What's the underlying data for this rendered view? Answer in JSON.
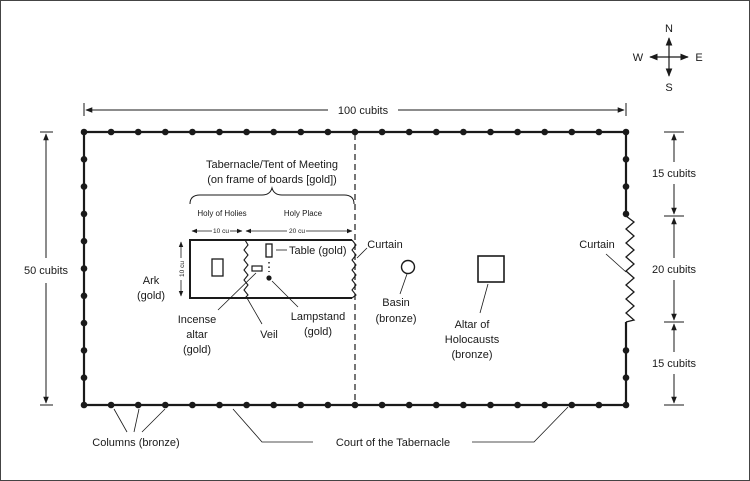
{
  "compass": {
    "n": "N",
    "s": "S",
    "e": "E",
    "w": "W"
  },
  "dimensions": {
    "length": "100 cubits",
    "width": "50 cubits",
    "side_top": "15 cubits",
    "side_mid": "20 cubits",
    "side_bottom": "15 cubits",
    "inner_holies": "10 cu",
    "inner_place": "20 cu",
    "inner_height": "10 cu"
  },
  "tabernacle": {
    "title_line1": "Tabernacle/Tent of Meeting",
    "title_line2": "(on frame of boards [gold])",
    "holy_of_holies": "Holy of Holies",
    "holy_place": "Holy Place"
  },
  "items": {
    "ark": [
      "Ark",
      "(gold)"
    ],
    "incense_altar": [
      "Incense",
      "altar",
      "(gold)"
    ],
    "veil": "Veil",
    "table": "Table (gold)",
    "lampstand": [
      "Lampstand",
      "(gold)"
    ],
    "curtain_inner": "Curtain",
    "basin": [
      "Basin",
      "(bronze)"
    ],
    "altar": [
      "Altar of",
      "Holocausts",
      "(bronze)"
    ],
    "curtain_gate": "Curtain"
  },
  "court": {
    "columns": "Columns (bronze)",
    "court_label": "Court of the Tabernacle"
  },
  "colors": {
    "ink": "#1a1a1a",
    "background": "#ffffff",
    "border": "#444444"
  }
}
